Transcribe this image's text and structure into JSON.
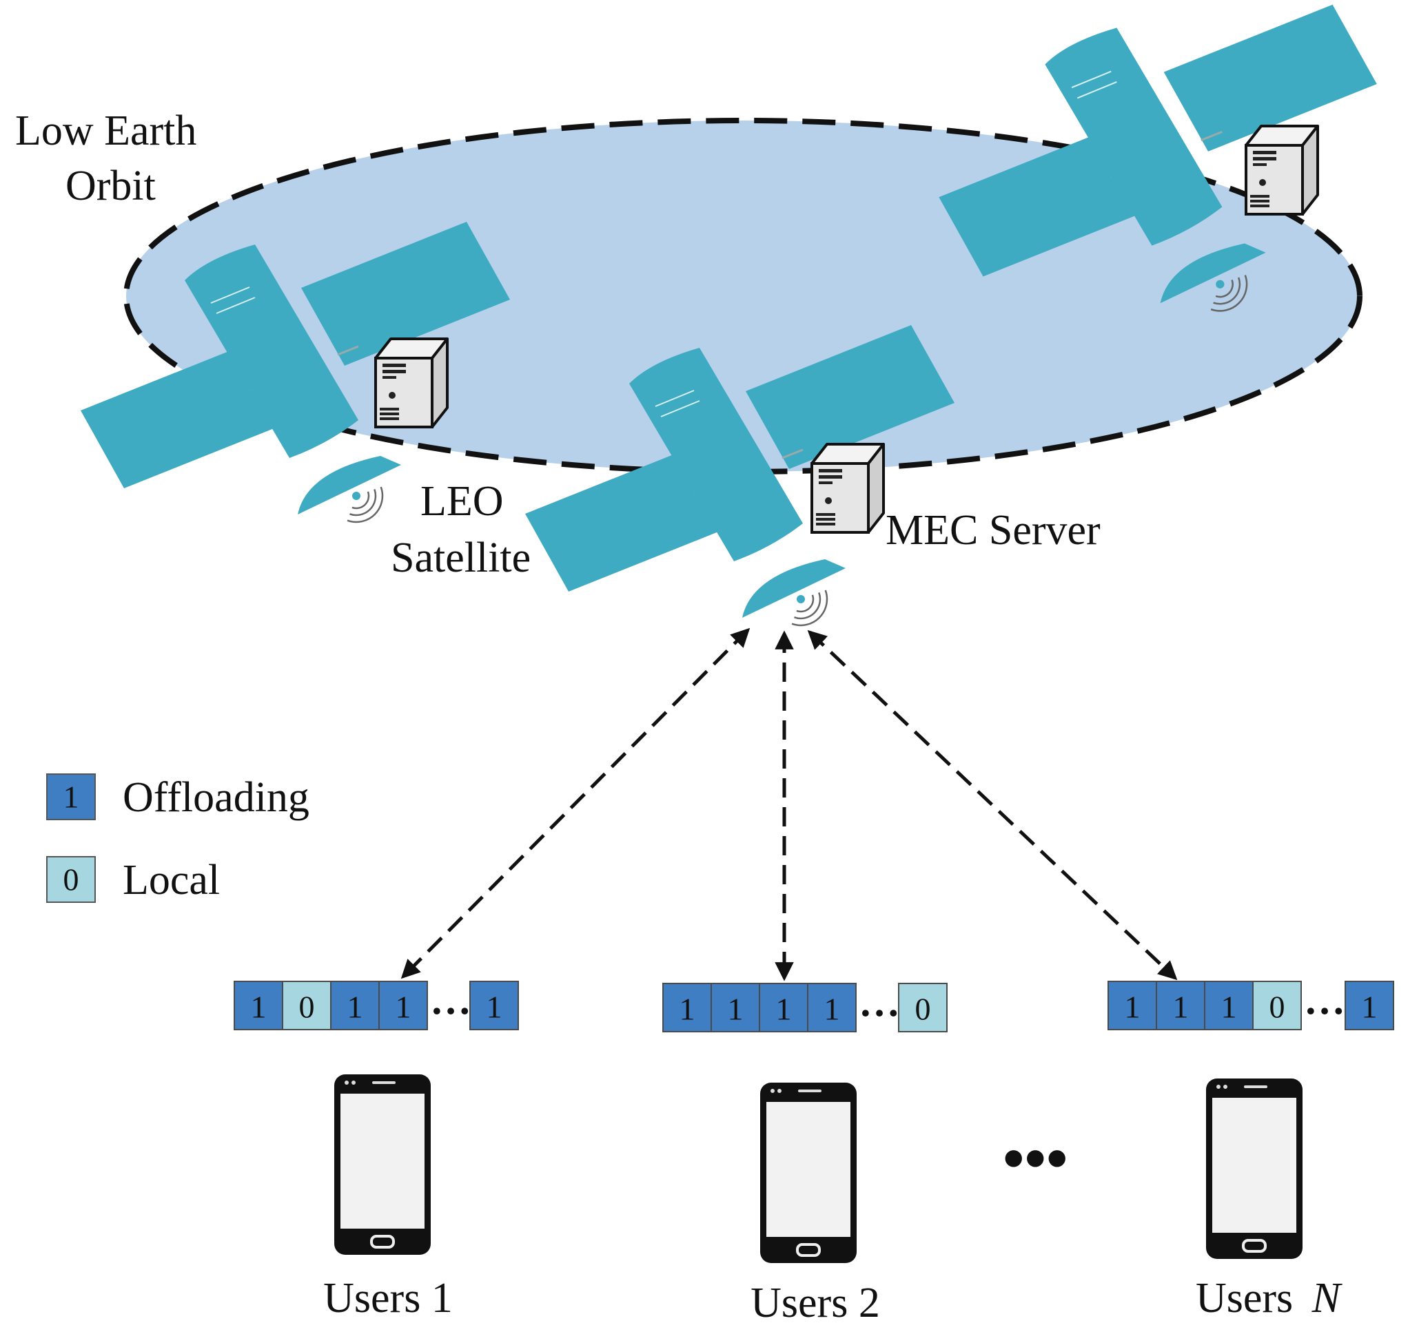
{
  "labels": {
    "orbit_line1": "Low Earth",
    "orbit_line2": "Orbit",
    "leo_line1": "LEO",
    "leo_line2": "Satellite",
    "mec_server": "MEC Server"
  },
  "legend": [
    {
      "bit": "1",
      "label": "Offloading"
    },
    {
      "bit": "0",
      "label": "Local"
    }
  ],
  "users": [
    {
      "label": "Users 1",
      "bits_before_dots": [
        "1",
        "0",
        "1",
        "1"
      ],
      "bits_after_dots": [
        "1"
      ]
    },
    {
      "label": "Users 2",
      "bits_before_dots": [
        "1",
        "1",
        "1",
        "1"
      ],
      "bits_after_dots": [
        "0"
      ]
    },
    {
      "label_prefix": "Users",
      "label_var": "N",
      "bits_before_dots": [
        "1",
        "1",
        "1",
        "0"
      ],
      "bits_after_dots": [
        "1"
      ]
    }
  ],
  "ellipsis": "•••",
  "bit_ellipsis": "…",
  "colors": {
    "orbit_fill": "#b8d1ea",
    "satellite": "#3eabc2",
    "offloading": "#3f7ec2",
    "local": "#a6d7e0",
    "phone_body": "#111111",
    "phone_screen": "#f2f2f2",
    "server_front": "#e6e6e6"
  }
}
